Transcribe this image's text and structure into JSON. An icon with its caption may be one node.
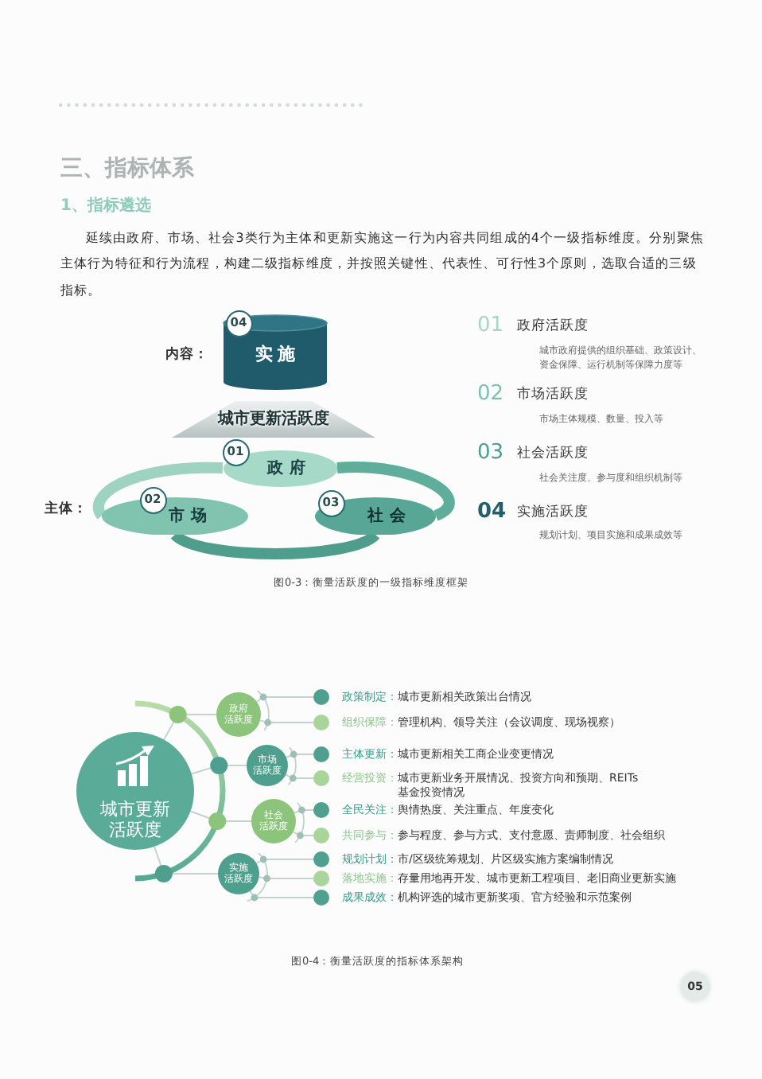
{
  "diagram": {
    "nodes": [
      {
        "text": [
          "04",
          "实施"
        ]
      },
      {
        "text": [
          "城市更新活跃度"
        ]
      },
      {
        "text": [
          "01",
          "政府"
        ]
      },
      {
        "text": [
          "02",
          "市场"
        ]
      },
      {
        "text": [
          "03",
          "社会"
        ]
      },
      {
        "text": [
          "城市更新活跃度"
        ]
      },
      {
        "text": [
          "政府活跃度"
        ]
      },
      {
        "text": [
          "政策制定：",
          "城市更新相关政策出台情况"
        ]
      },
      {
        "text": [
          "组织保障：",
          "管理机构、领导关注（会议调度、现场视察）"
        ]
      },
      {
        "text": [
          "市场活跃度"
        ]
      },
      {
        "text": [
          "主体更新：",
          "城市更新相关工商企业变更情况"
        ]
      },
      {
        "text": [
          "经营投资：",
          "城市更新业务开展情况、投资方向和预期、REITs基金投资情况"
        ]
      },
      {
        "text": [
          "社会活跃度"
        ]
      },
      {
        "text": [
          "全民关注：",
          "舆情热度、关注重点、年度变化"
        ]
      },
      {
        "text": [
          "共同参与：",
          "参与程度、参与方式、支付意愿、责师制度、社会组织"
        ]
      },
      {
        "text": [
          "实施活跃度"
        ]
      },
      {
        "text": [
          "规划计划：",
          "市/区级统筹规划、片区级实施方案编制情况"
        ]
      },
      {
        "text": [
          "落地实施：",
          "存量用地再开发、城市更新工程项目、老旧商业更新实施"
        ]
      },
      {
        "text": [
          "成果成效：",
          "机构评选的城市更新奖项、官方经验和示范案例"
        ]
      }
    ],
    "edges": [
      {
        "from": 2,
        "to": 4,
        "arrow": "none",
        "style": "thick",
        "color": "#5fae9c"
      },
      {
        "from": 4,
        "to": 3,
        "arrow": "none",
        "style": "thick",
        "color": "#4f9e8d"
      },
      {
        "from": 3,
        "to": 2,
        "arrow": "none",
        "style": "thick",
        "color": "#9fd3c1"
      },
      {
        "from": 5,
        "to": 6,
        "arrow": "none"
      },
      {
        "from": 5,
        "to": 9,
        "arrow": "none"
      },
      {
        "from": 5,
        "to": 12,
        "arrow": "none"
      },
      {
        "from": 5,
        "to": 15,
        "arrow": "none"
      },
      {
        "from": 6,
        "to": 7,
        "arrow": "none"
      },
      {
        "from": 6,
        "to": 8,
        "arrow": "none"
      },
      {
        "from": 9,
        "to": 10,
        "arrow": "none"
      },
      {
        "from": 9,
        "to": 11,
        "arrow": "none"
      },
      {
        "from": 12,
        "to": 13,
        "arrow": "none"
      },
      {
        "from": 12,
        "to": 14,
        "arrow": "none"
      },
      {
        "from": 15,
        "to": 16,
        "arrow": "none"
      },
      {
        "from": 15,
        "to": 17,
        "arrow": "none"
      },
      {
        "from": 15,
        "to": 18,
        "arrow": "none"
      }
    ],
    "labels": [
      "三、指标体系",
      "1、指标遴选",
      "延续由政府、市场、社会3类行为主体和更新实施这一行为内容共同组成的4个一级指标维度。分别聚焦主体行为特征和行为流程，构建二级指标维度，并按照关键性、代表性、可行性3个原则，选取合适的三级指标。",
      "内容：",
      "01",
      "政府活跃度",
      "城市政府提供的组织基础、政策设计、资金保障、运行机制等保障力度等",
      "02",
      "市场活跃度",
      "市场主体规模、数量、投入等",
      "03",
      "社会活跃度",
      "社会关注度、参与度和组织机制等",
      "04",
      "实施活跃度",
      "规划计划、项目实施和成果成效等",
      "主体：",
      "图0-3：衡量活跃度的一级指标维度框架",
      "图0-4：衡量活跃度的指标体系架构",
      "05"
    ]
  }
}
